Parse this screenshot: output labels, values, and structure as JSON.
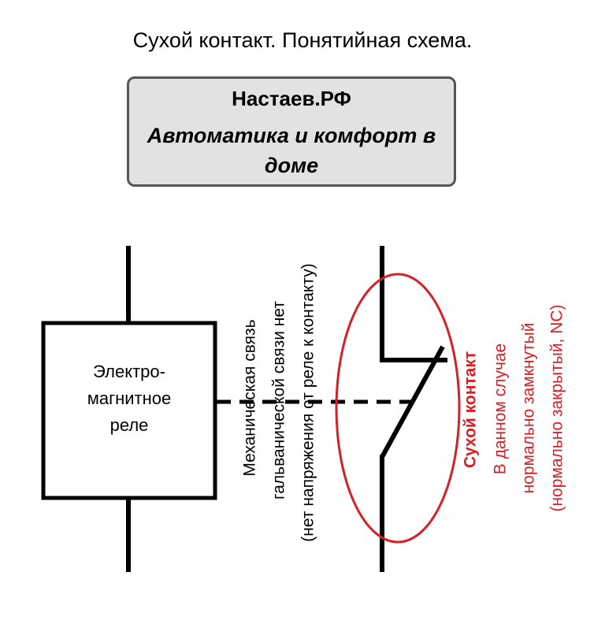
{
  "title": "Сухой контакт. Понятийная схема.",
  "brand": {
    "name": "Настаев.РФ",
    "slogan": "Автоматика и комфорт в доме"
  },
  "relay": {
    "line1": "Электро-",
    "line2": "магнитное",
    "line3": "реле"
  },
  "link_labels": {
    "line1": "Механическая связь",
    "line2": "гальванической связи нет",
    "line3": "(нет напряжения от реле к контакту)"
  },
  "contact_labels": {
    "line1": "Сухой контакт",
    "line2": "В данном случае",
    "line3": "нормально замкнутый",
    "line4": "(нормально закрытый, NC)"
  },
  "colors": {
    "accent": "#d61f26",
    "box_fill": "#e2e2e2",
    "box_border": "#555555"
  }
}
